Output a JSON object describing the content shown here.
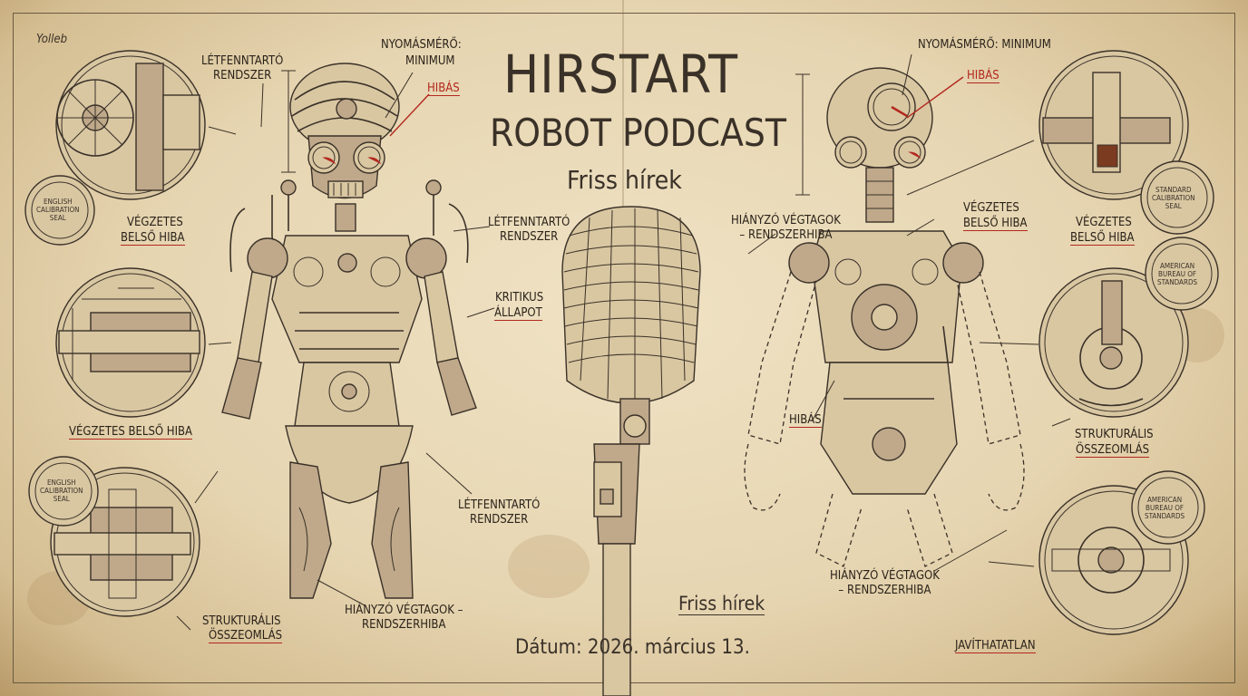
{
  "title": {
    "line1": "HIRSTART",
    "line2": "ROBOT PODCAST",
    "subtitle": "Friss hírek"
  },
  "mic_caption": "Friss hírek",
  "date": "Dátum: 2026. március 13.",
  "signature": "Yolleb",
  "left_robot": {
    "pressure_label": "NYOMÁSMÉRŐ:",
    "pressure_value": "MINIMUM",
    "faulty": "HIBÁS",
    "life_support_top": "LÉTFENNTARTÓ\nRENDSZER",
    "life_support_mid": "LÉTFENNTARTÓ\nRENDSZER",
    "critical_line1": "KRITIKUS",
    "critical_line2": "ÁLLAPOT",
    "life_support_bottom": "LÉTFENNTARTÓ\nRENDSZER",
    "missing_limbs": "HIÁNYZÓ VÉGTAGOK –\nRENDSZERHIBA",
    "fatal_circle_1_line1": "VÉGZETES",
    "fatal_circle_1_line2": "BELSŐ HIBA",
    "fatal_circle_2": "VÉGZETES BELSŐ HIBA",
    "structural_line1": "STRUKTURÁLIS",
    "structural_line2": "ÖSSZEOMLÁS",
    "seal_1": "ENGLISH\nCALIBRATION\nSEAL",
    "seal_2": "ENGLISH\nCALIBRATION\nSEAL"
  },
  "right_robot": {
    "pressure": "NYOMÁSMÉRŐ: MINIMUM",
    "faulty_top": "HIBÁS",
    "fatal_neck_line1": "VÉGZETES",
    "fatal_neck_line2": "BELSŐ HIBA",
    "missing_limbs_top": "HIÁNYZÓ VÉGTAGOK\n– RENDSZERHIBA",
    "faulty_mid": "HIBÁS",
    "missing_limbs_bottom": "HIÁNYZÓ VÉGTAGOK\n– RENDSZERHIBA",
    "fatal_circle_line1": "VÉGZETES",
    "fatal_circle_line2": "BELSŐ HIBA",
    "structural_line1": "STRUKTURÁLIS",
    "structural_line2": "ÖSSZEOMLÁS",
    "unrepairable": "JAVÍTHATATLAN",
    "seal_1": "STANDARD\nCALIBRATION\nSEAL",
    "seal_2": "AMERICAN\nBUREAU OF\nSTANDARDS",
    "seal_3": "AMERICAN\nBUREAU OF\nSTANDARDS"
  },
  "colors": {
    "paper": "#e9dbbb",
    "ink": "#3a3128",
    "accent_red": "#b3281f"
  }
}
